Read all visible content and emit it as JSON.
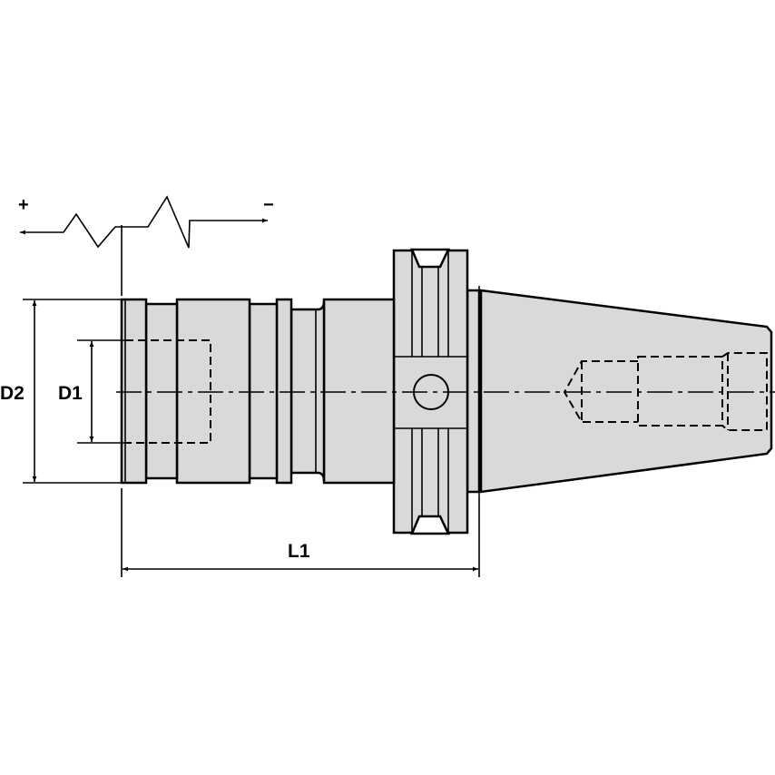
{
  "drawing": {
    "dimensions": {
      "d2": "D2",
      "d1": "D1",
      "l1": "L1"
    },
    "direction": {
      "plus": "+",
      "minus": "−"
    },
    "colors": {
      "body": "#d9d9d9",
      "line": "#000000"
    }
  }
}
